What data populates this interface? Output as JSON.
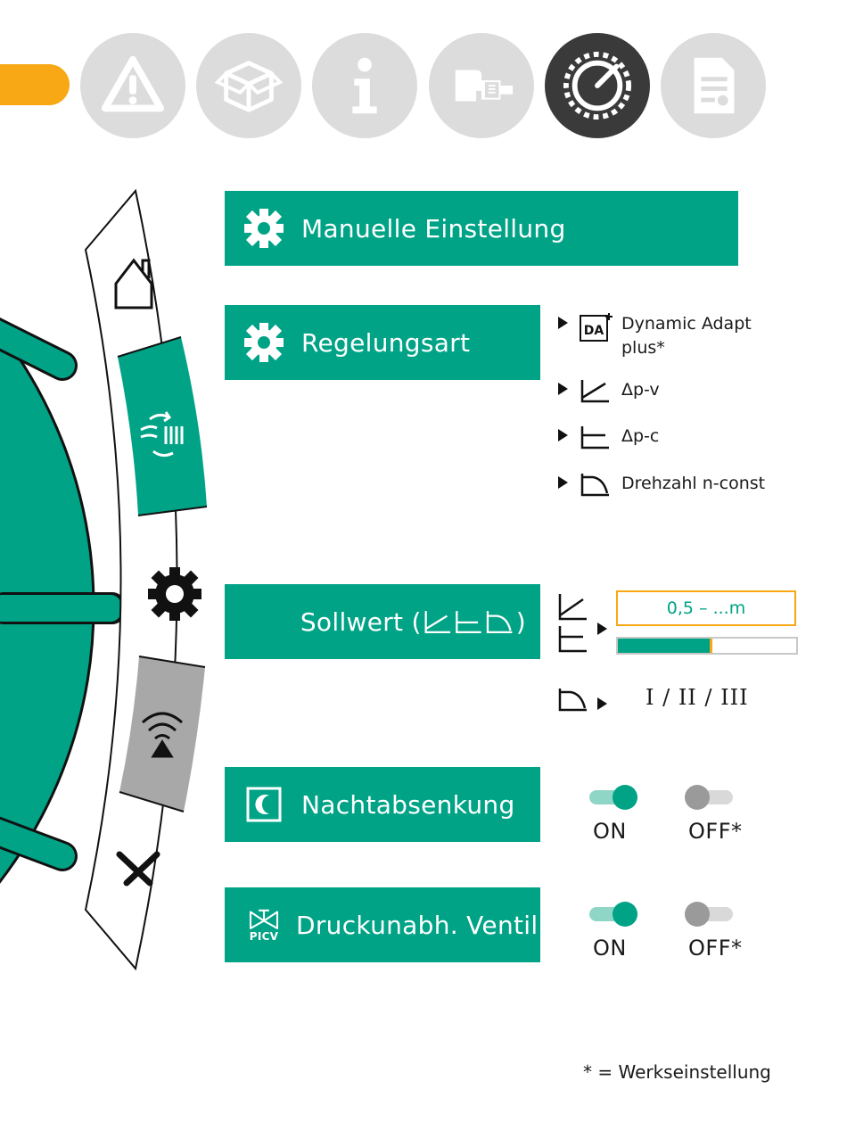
{
  "top_icons": [
    {
      "name": "warning-icon"
    },
    {
      "name": "package-icon"
    },
    {
      "name": "info-icon"
    },
    {
      "name": "installation-icon"
    },
    {
      "name": "settings-dial-icon",
      "active": true
    },
    {
      "name": "document-icon"
    }
  ],
  "wheel": {
    "segments": [
      "home-icon",
      "control-mode-icon",
      "settings-icon",
      "remote-icon",
      "tools-icon"
    ]
  },
  "manual": {
    "label": "Manuelle Einstellung",
    "icon": "gear-icon"
  },
  "regelungsart": {
    "label": "Regelungsart",
    "icon": "gear-icon",
    "options": [
      {
        "label1": "Dynamic Adapt",
        "label2": "plus*",
        "icon": "da-plus-icon"
      },
      {
        "label1": "Δp-v",
        "icon": "dp-v-icon"
      },
      {
        "label1": "Δp-c",
        "icon": "dp-c-icon"
      },
      {
        "label1": "Drehzahl n-const",
        "icon": "n-const-icon"
      }
    ]
  },
  "sollwert": {
    "label": "Sollwert (",
    "label_end": ")",
    "value": "0,5 – ...m",
    "level_fraction": 0.53,
    "speeds": "I / II / III"
  },
  "nachtabsenkung": {
    "label": "Nachtabsenkung",
    "icon": "moon-icon",
    "on_label": "ON",
    "off_label": "OFF*"
  },
  "ventil": {
    "label": "Druckunabh. Ventil",
    "icon_text": "PICV",
    "on_label": "ON",
    "off_label": "OFF*"
  },
  "colors": {
    "accent": "#00a386",
    "orange": "#f7a814",
    "grey": "#dcdcdc",
    "dark": "#3a3a3a"
  },
  "footnote": "* = Werkseinstellung"
}
